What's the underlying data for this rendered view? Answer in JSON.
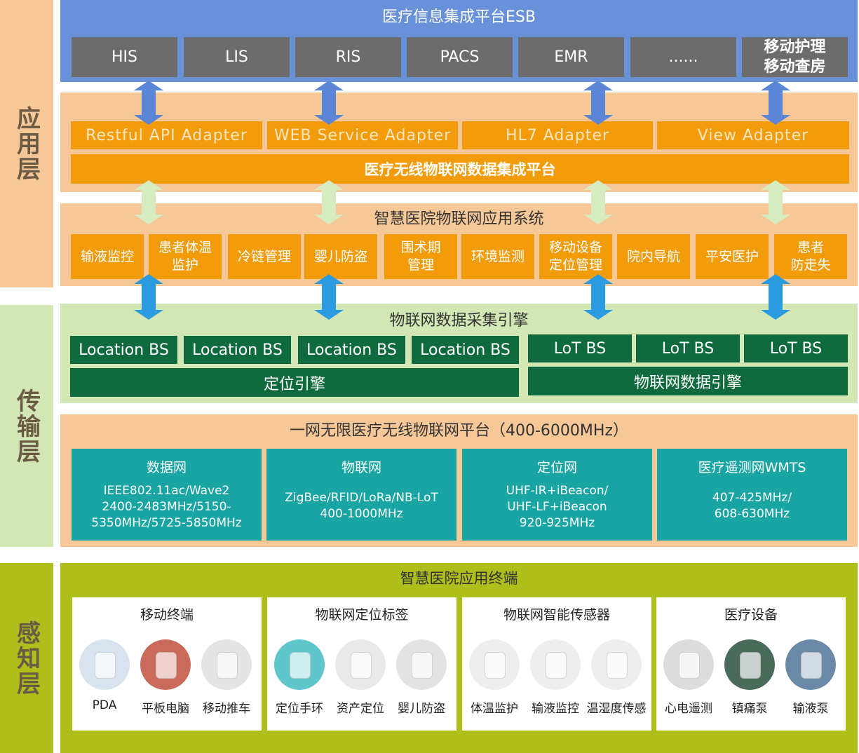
{
  "layers": {
    "application": "应用层",
    "transport": "传输层",
    "perception": "感知层"
  },
  "esb": {
    "title": "医疗信息集成平台ESB",
    "systems": [
      "HIS",
      "LIS",
      "RIS",
      "PACS",
      "EMR",
      "......",
      "移动护理\n移动查房"
    ]
  },
  "adapters": [
    "Restful API Adapter",
    "WEB Service Adapter",
    "HL7 Adapter",
    "View Adapter"
  ],
  "integration_platform": "医疗无线物联网数据集成平台",
  "app_system": {
    "title": "智慧医院物联网应用系统",
    "items": [
      "输液监控",
      "患者体温\n监护",
      "冷链管理",
      "婴儿防盗",
      "围术期\n管理",
      "环境监测",
      "移动设备\n定位管理",
      "院内导航",
      "平安医护",
      "患者\n防走失"
    ]
  },
  "collection_engine": {
    "title": "物联网数据采集引擎",
    "location_bs": [
      "Location BS",
      "Location BS",
      "Location BS",
      "Location BS"
    ],
    "lot_bs": [
      "LoT BS",
      "LoT BS",
      "LoT BS"
    ],
    "location_engine": "定位引擎",
    "iot_data_engine": "物联网数据引擎"
  },
  "network_platform": {
    "title": "一网无限医疗无线物联网平台（400-6000MHz）",
    "networks": [
      {
        "name": "数据网",
        "detail": "IEEE802.11ac/Wave2\n2400-2483MHz/5150-\n5350MHz/5725-5850MHz"
      },
      {
        "name": "物联网",
        "detail": "ZigBee/RFID/LoRa/NB-LoT\n400-1000MHz"
      },
      {
        "name": "定位网",
        "detail": "UHF-IR+iBeacon/\nUHF-LF+iBeacon\n920-925MHz"
      },
      {
        "name": "医疗遥测网WMTS",
        "detail": "407-425MHz/\n608-630MHz"
      }
    ]
  },
  "terminals": {
    "title": "智慧医院应用终端",
    "groups": [
      {
        "name": "移动终端",
        "items": [
          "PDA",
          "平板电脑",
          "移动推车"
        ]
      },
      {
        "name": "物联网定位标签",
        "items": [
          "定位手环",
          "资产定位",
          "婴儿防盗"
        ]
      },
      {
        "name": "物联网智能传感器",
        "items": [
          "体温监护",
          "输液监控",
          "温湿度传感"
        ]
      },
      {
        "name": "医疗设备",
        "items": [
          "心电遥测",
          "镇痛泵",
          "输液泵"
        ]
      }
    ]
  },
  "colors": {
    "esb_blue": "#6891d9",
    "system_gray": "#6c6c6c",
    "orange": "#f39c0b",
    "peach": "#f7c897",
    "light_green": "#d3e7b4",
    "dark_green": "#0f6b3e",
    "teal": "#1aa5a5",
    "lime": "#aebf1c",
    "arrow_blue_dark": "#5b86d6",
    "arrow_green_light": "#d6ecc0",
    "arrow_blue_bright": "#2b9be0"
  }
}
